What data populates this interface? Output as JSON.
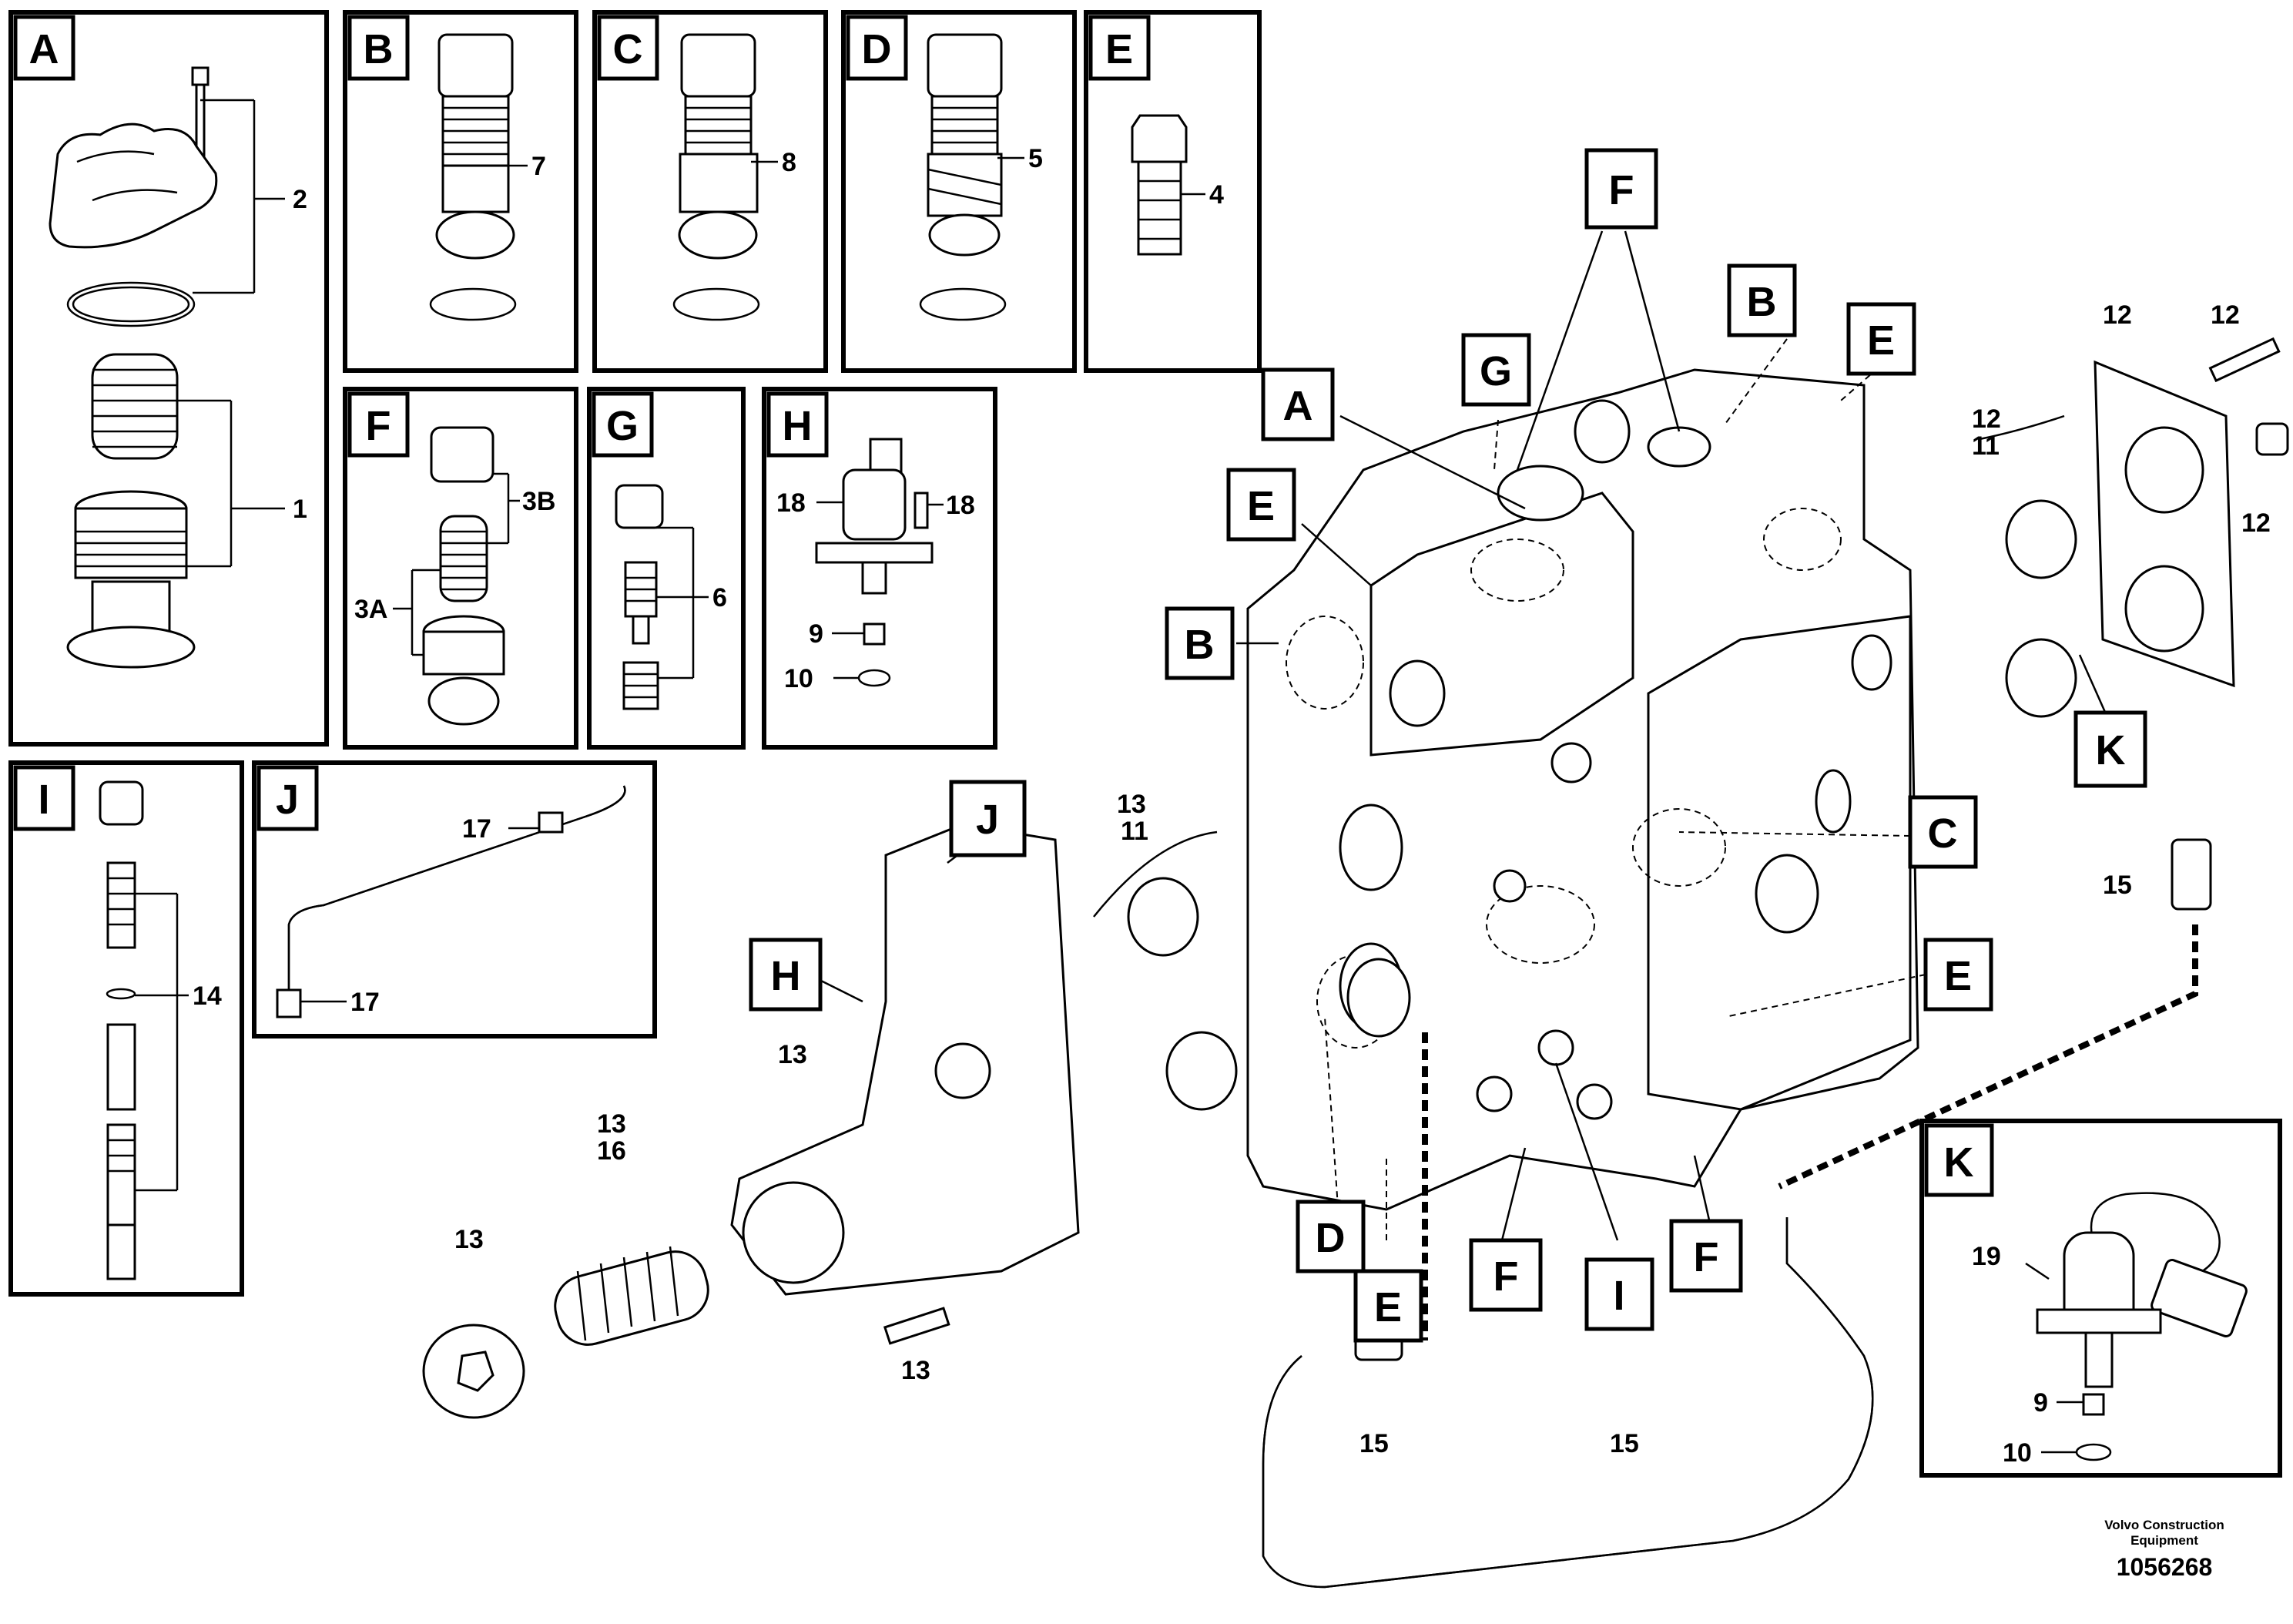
{
  "panels": {
    "A": {
      "letter": "A",
      "callouts": {
        "c1": "2",
        "c2": "1"
      }
    },
    "B": {
      "letter": "B",
      "callouts": {
        "c1": "7"
      }
    },
    "C": {
      "letter": "C",
      "callouts": {
        "c1": "8"
      }
    },
    "D": {
      "letter": "D",
      "callouts": {
        "c1": "5"
      }
    },
    "E": {
      "letter": "E",
      "callouts": {
        "c1": "4"
      }
    },
    "F": {
      "letter": "F",
      "callouts": {
        "c1": "3B",
        "c2": "3A"
      }
    },
    "G": {
      "letter": "G",
      "callouts": {
        "c1": "6"
      }
    },
    "H": {
      "letter": "H",
      "callouts": {
        "c1": "18",
        "c2": "18",
        "c3": "9",
        "c4": "10"
      }
    },
    "I": {
      "letter": "I",
      "callouts": {
        "c1": "14"
      }
    },
    "J": {
      "letter": "J",
      "callouts": {
        "c1": "17",
        "c2": "17"
      }
    },
    "K": {
      "letter": "K",
      "callouts": {
        "c1": "19",
        "c2": "9",
        "c3": "10"
      }
    }
  },
  "main_tags": {
    "F_top": "F",
    "B_top": "B",
    "E_top": "E",
    "G_tag": "G",
    "A_tag": "A",
    "E_left": "E",
    "B_left": "B",
    "C_right": "C",
    "E_right": "E",
    "K_tag": "K",
    "J_tag": "J",
    "H_tag": "H",
    "D_bot": "D",
    "E_bot": "E",
    "F_bot1": "F",
    "I_bot": "I",
    "F_bot2": "F"
  },
  "main_callouts": {
    "n12a": "12",
    "n12b": "12",
    "n12c": "12",
    "n11a": "11",
    "n12d": "12",
    "n13a": "13",
    "n11b": "11",
    "n15a": "15",
    "n13b": "13",
    "n13c": "13",
    "n16": "16",
    "n13d": "13",
    "n13e": "13",
    "n15b": "15",
    "n15c": "15"
  },
  "footer": {
    "brand_line1": "Volvo Construction",
    "brand_line2": "Equipment",
    "doc_number": "1056268"
  }
}
